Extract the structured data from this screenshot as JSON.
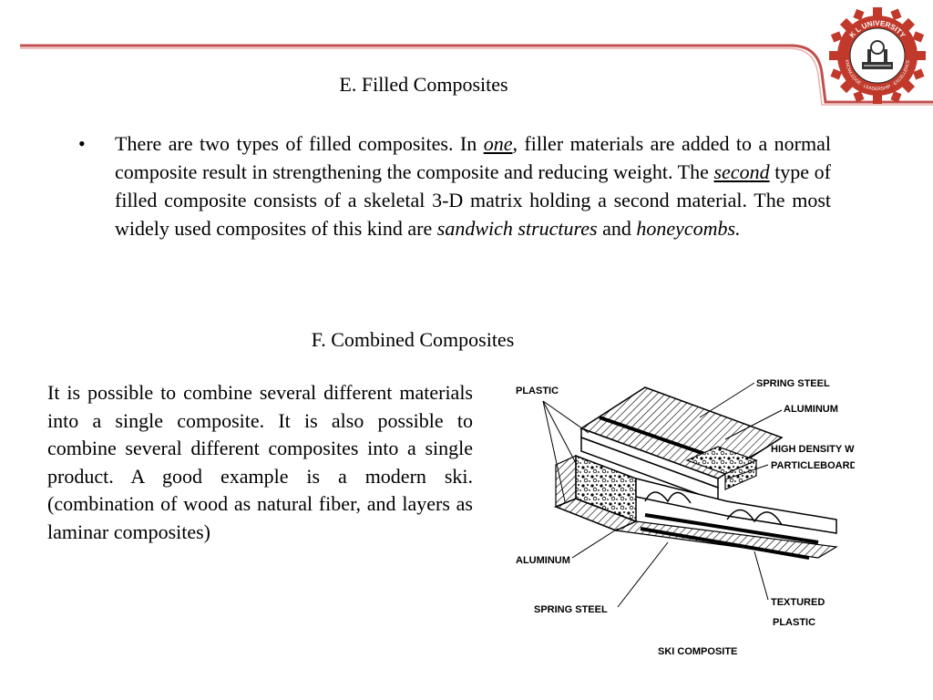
{
  "slide": {
    "logo": {
      "text_top": "K L UNIVERSITY",
      "text_bottom": "KNOWLEDGE · LEADERSHIP · EXCELLENCE",
      "brand_color": "#c0392b"
    },
    "accent_line_color": "#c0504d",
    "section_e": {
      "title": "E. Filled Composites",
      "bullet_symbol": "•",
      "para_1": "There are two types of filled composites. In ",
      "one": "one",
      "para_2": ", filler materials are added to a normal composite result in strengthening the composite and reducing weight. The ",
      "second": "second",
      "para_3": " type of filled composite consists of a skeletal 3-D matrix holding a second material. The most widely used composites of this kind are ",
      "sandwich": "sandwich structures",
      "para_4": " and ",
      "honeycombs": "honeycombs."
    },
    "section_f": {
      "title": "F. Combined Composites",
      "paragraph": "It is possible to combine several different materials into a single composite. It is also possible to combine several different composites into a single product. A good example is a modern ski. (combination of wood as natural fiber, and layers as laminar composites)"
    },
    "figure": {
      "caption": "SKI COMPOSITE",
      "labels": {
        "plastic": "PLASTIC",
        "spring_steel_top": "SPRING STEEL",
        "aluminum_top": "ALUMINUM",
        "high_density_wood": "HIGH DENSITY WOOD",
        "particleboard": "PARTICLEBOARD",
        "aluminum_bottom": "ALUMINUM",
        "spring_steel_bottom": "SPRING STEEL",
        "textured": "TEXTURED",
        "plastic_bottom": "PLASTIC"
      }
    }
  }
}
